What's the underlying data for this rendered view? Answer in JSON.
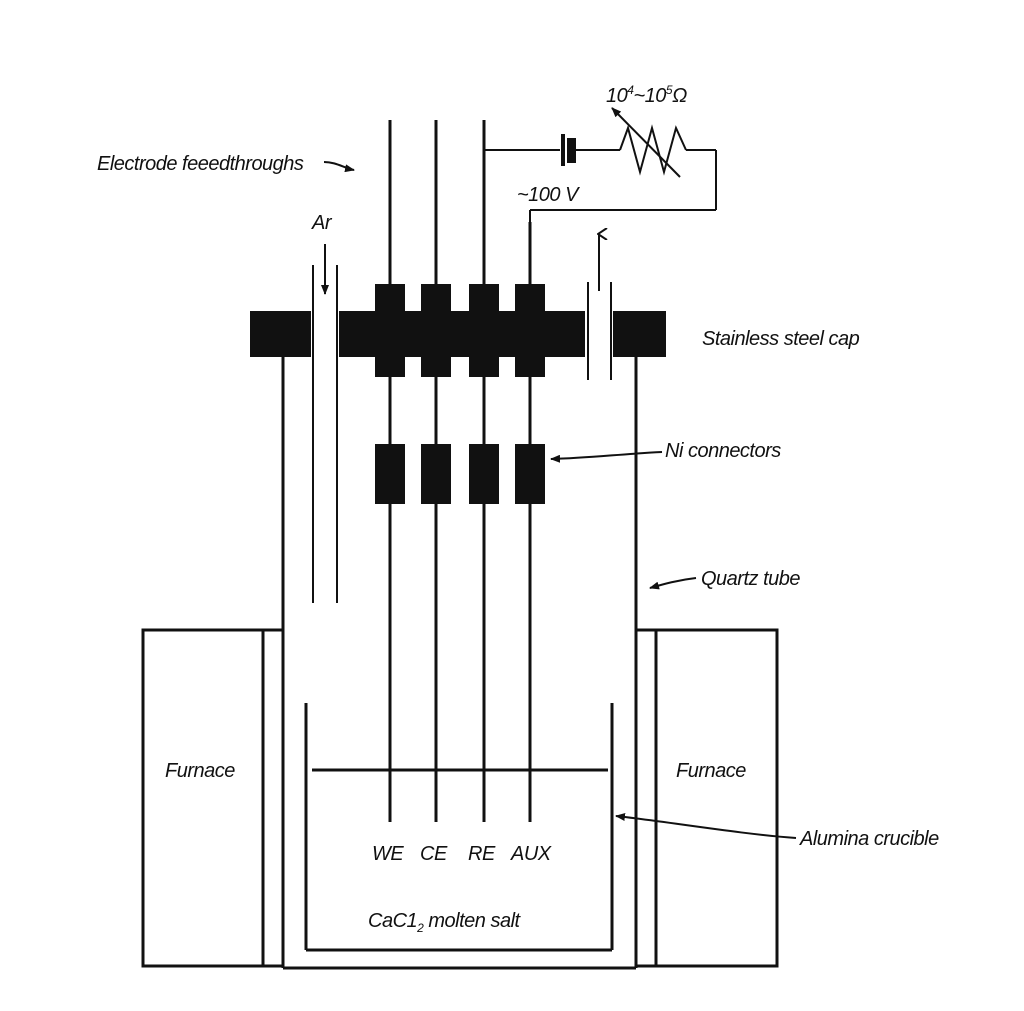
{
  "diagram": {
    "labels": {
      "feedthroughs": "Electrode feeedthroughs",
      "ar": "Ar",
      "resistance_base1": "10",
      "resistance_exp1": "4",
      "resistance_sep": "~10",
      "resistance_exp2": "5",
      "resistance_unit": "Ω",
      "voltage": "~100 V",
      "cap": "Stainless steel cap",
      "connectors": "Ni connectors",
      "quartz": "Quartz tube",
      "furnace_left": "Furnace",
      "furnace_right": "Furnace",
      "crucible": "Alumina crucible",
      "electrode_we": "WE",
      "electrode_ce": "CE",
      "electrode_re": "RE",
      "electrode_aux": "AUX",
      "salt_base": "CaC1",
      "salt_sub": "2",
      "salt_rest": " molten salt"
    },
    "colors": {
      "ink": "#111111",
      "background": "#ffffff"
    }
  }
}
